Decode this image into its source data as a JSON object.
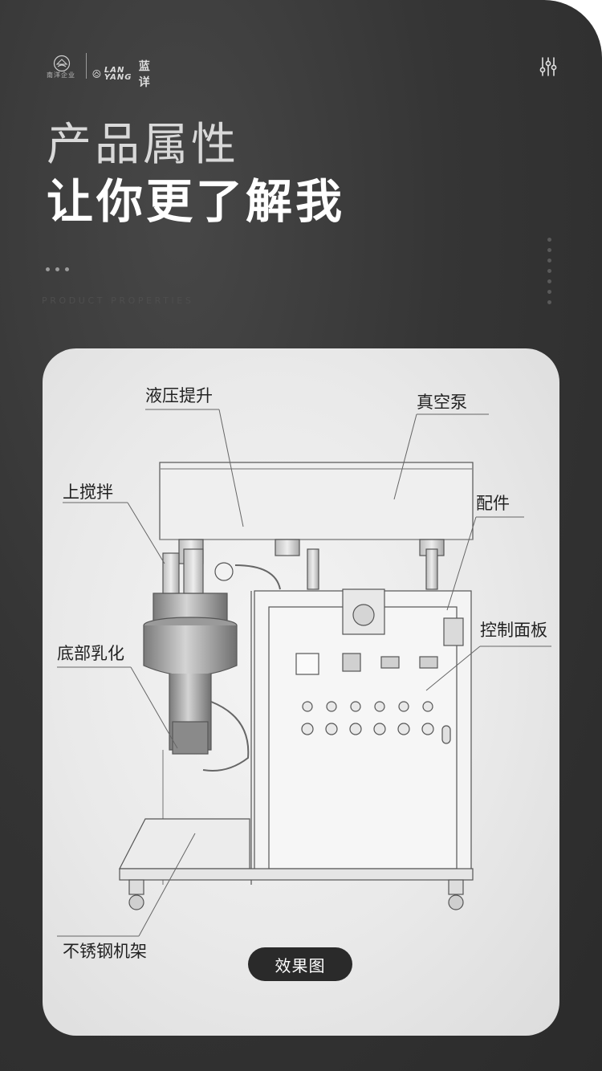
{
  "header": {
    "logo_small_text": "南洋企业",
    "brand_en": "LAN YANG",
    "brand_cn": "蓝详",
    "menu_icon": "sliders-icon"
  },
  "hero": {
    "title_line1": "产品属性",
    "title_line2": "让你更了解我",
    "subtitle_en": "PRODUCT PROPERTIES"
  },
  "diagram": {
    "labels": {
      "hydraulic_lift": "液压提升",
      "vacuum_pump": "真空泵",
      "top_stirring": "上搅拌",
      "accessories": "配件",
      "control_panel": "控制面板",
      "bottom_emulsify": "底部乳化",
      "steel_frame": "不锈钢机架"
    },
    "button_label": "效果图"
  },
  "colors": {
    "background_dark": "#353535",
    "card_light": "#ececec",
    "button_dark": "#2a2a2a",
    "title_light": "#d9d9d9"
  }
}
